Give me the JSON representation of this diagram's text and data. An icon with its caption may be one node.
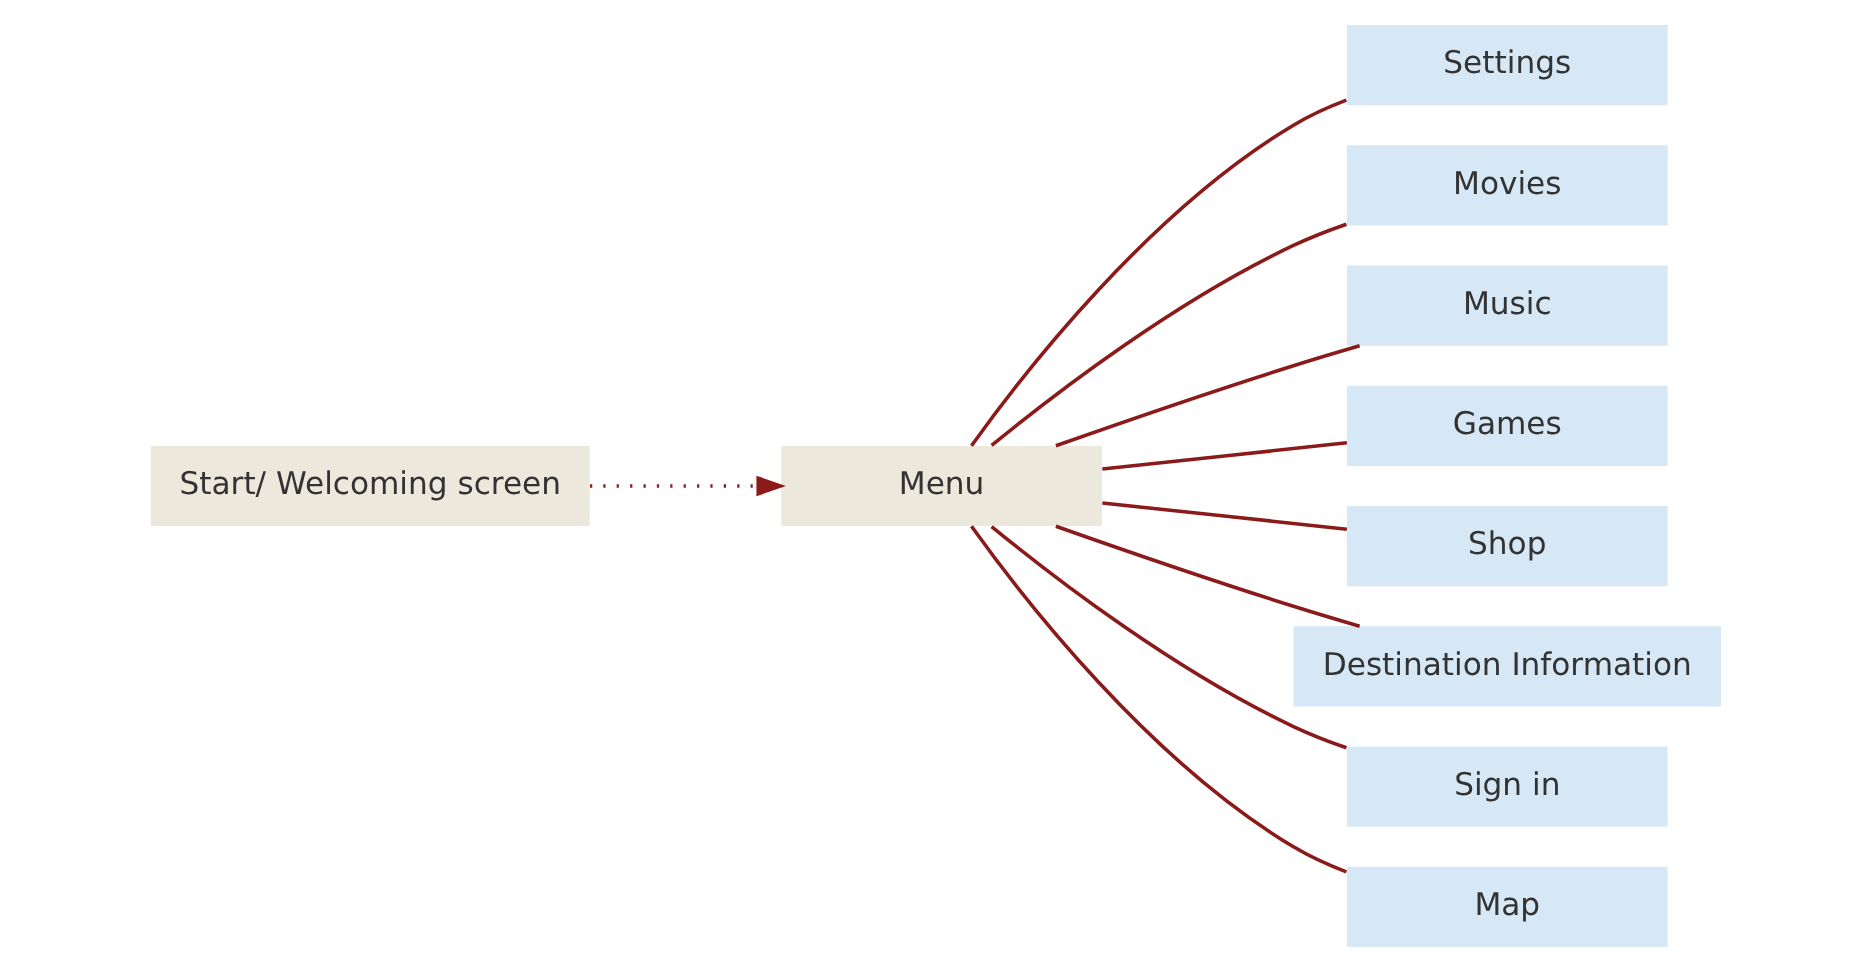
{
  "diagram": {
    "nodes": [
      {
        "text": [
          "Start/ Welcoming screen"
        ]
      },
      {
        "text": [
          "Menu"
        ]
      },
      {
        "text": [
          "Settings"
        ]
      },
      {
        "text": [
          "Movies"
        ]
      },
      {
        "text": [
          "Music"
        ]
      },
      {
        "text": [
          "Games"
        ]
      },
      {
        "text": [
          "Shop"
        ]
      },
      {
        "text": [
          "Destination Information"
        ]
      },
      {
        "text": [
          "Sign in"
        ]
      },
      {
        "text": [
          "Map"
        ]
      }
    ],
    "edges": [
      {
        "from": 0,
        "to": 1,
        "arrow": "to",
        "style": "dashed"
      },
      {
        "from": 1,
        "to": 2,
        "arrow": "none"
      },
      {
        "from": 1,
        "to": 3,
        "arrow": "none"
      },
      {
        "from": 1,
        "to": 4,
        "arrow": "none"
      },
      {
        "from": 1,
        "to": 5,
        "arrow": "none"
      },
      {
        "from": 1,
        "to": 6,
        "arrow": "none"
      },
      {
        "from": 1,
        "to": 7,
        "arrow": "none"
      },
      {
        "from": 1,
        "to": 8,
        "arrow": "none"
      },
      {
        "from": 1,
        "to": 9,
        "arrow": "none"
      }
    ]
  }
}
